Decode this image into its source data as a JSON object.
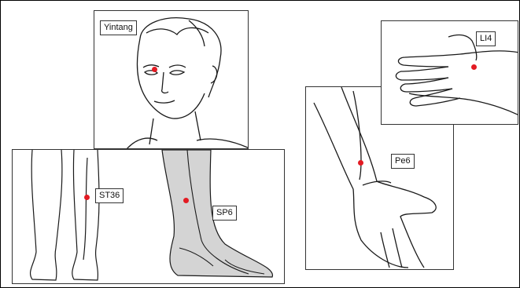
{
  "points": [
    {
      "id": "yintang",
      "label": "Yintang"
    },
    {
      "id": "st36",
      "label": "ST36"
    },
    {
      "id": "sp6",
      "label": "SP6"
    },
    {
      "id": "li4",
      "label": "LI4"
    },
    {
      "id": "pe6",
      "label": "Pe6"
    }
  ],
  "colors": {
    "acupoint": "#e31b23",
    "line": "#1a1a1a",
    "shade": "#d4d4d4"
  }
}
